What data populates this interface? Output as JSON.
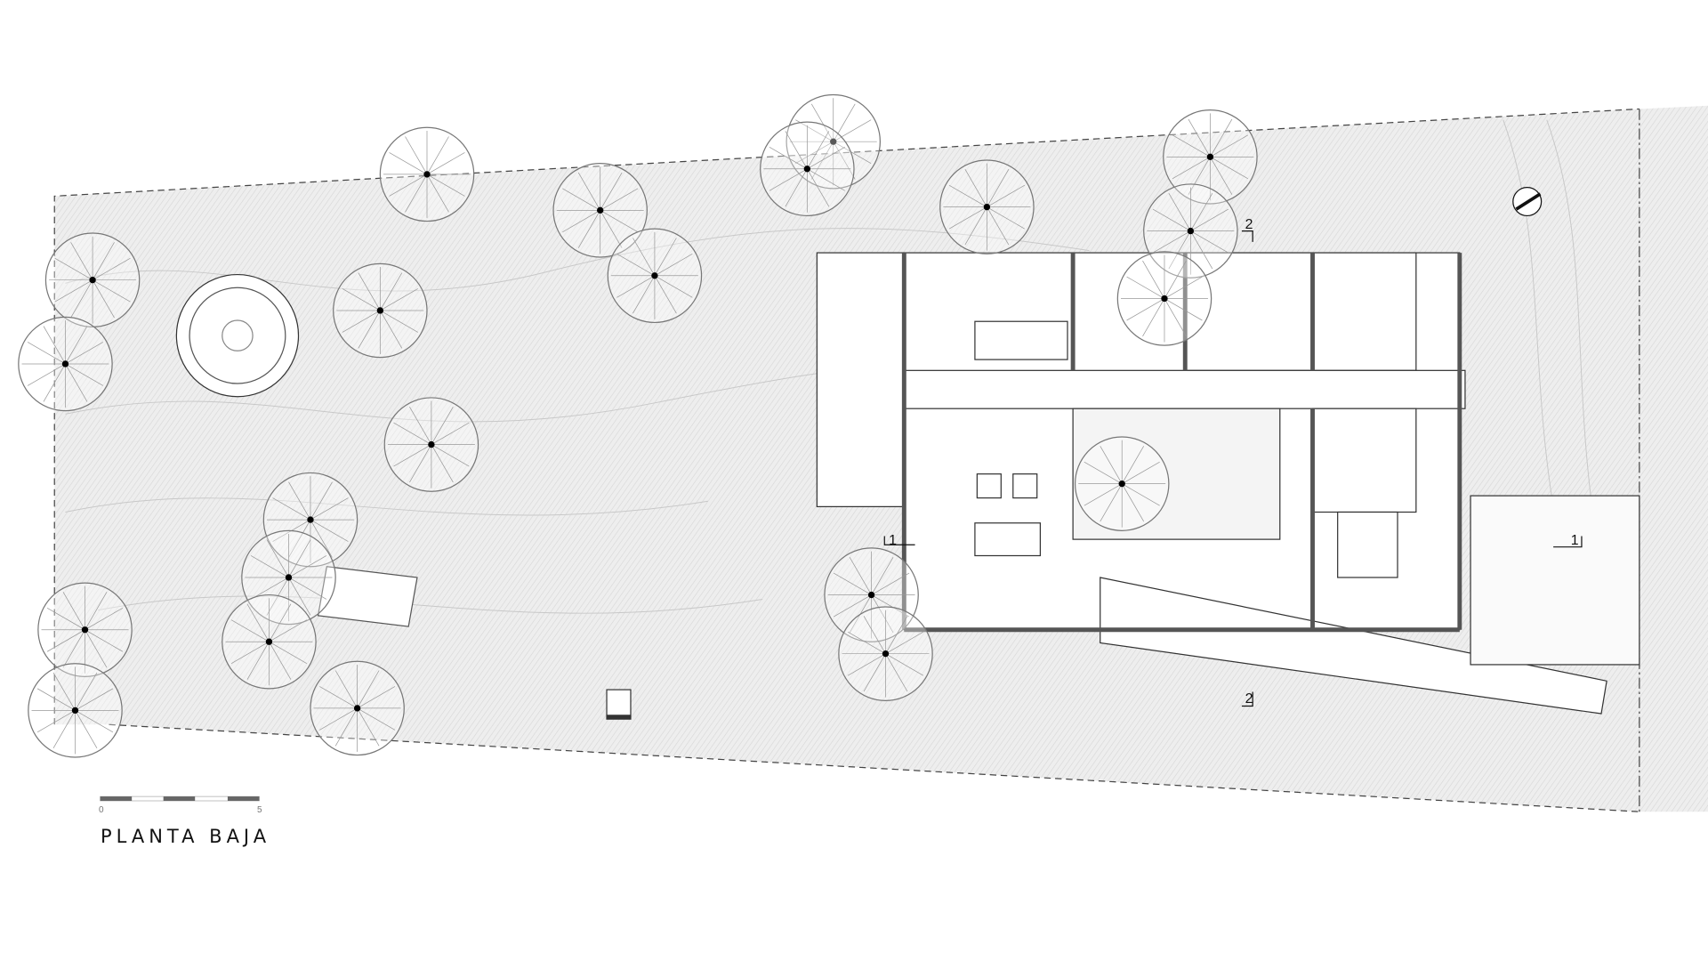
{
  "drawing": {
    "title": "PLANTA BAJA",
    "scale_bar": {
      "start_label": "0",
      "end_label": "5"
    },
    "section_markers": [
      {
        "label": "1"
      },
      {
        "label": "1"
      },
      {
        "label": "2"
      },
      {
        "label": "2"
      }
    ],
    "colors": {
      "site_fill": "#ececec",
      "line": "#333333",
      "wall": "#555555",
      "background": "#ffffff"
    }
  }
}
